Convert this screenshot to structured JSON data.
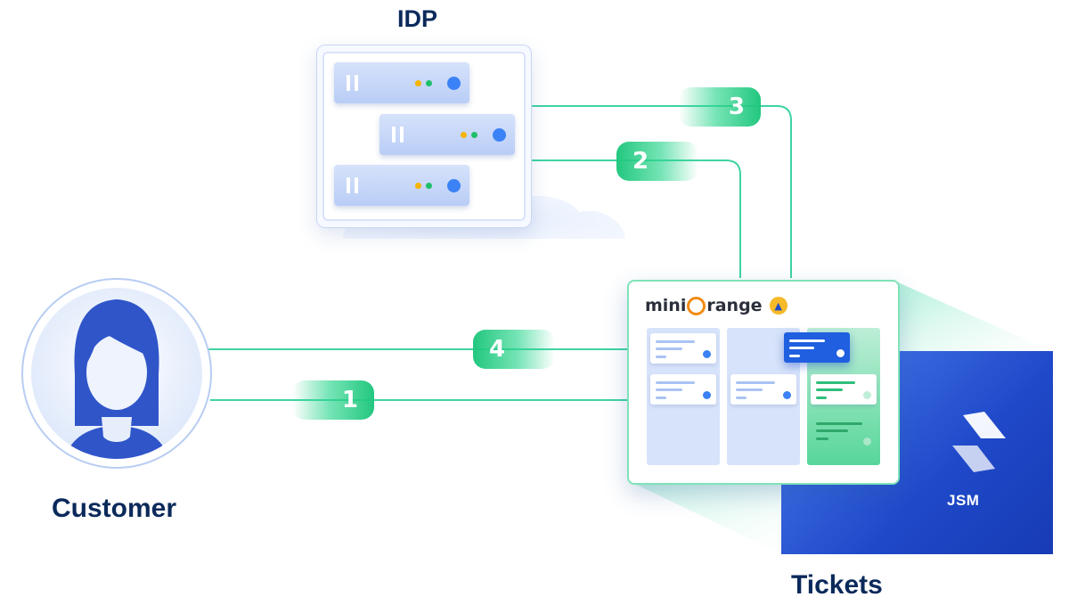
{
  "labels": {
    "idp": "IDP",
    "customer": "Customer",
    "tickets": "Tickets",
    "jsm": "JSM",
    "brand": "miniOrange",
    "brand_prefix": "mini",
    "brand_suffix": "range"
  },
  "steps": [
    {
      "number": "1"
    },
    {
      "number": "2"
    },
    {
      "number": "3"
    },
    {
      "number": "4"
    }
  ],
  "colors": {
    "accent_green": "#22c77f",
    "connector": "#3fd3a5",
    "navy_text": "#0b2a5b",
    "jsm_blue": "#1f49c9",
    "brand_orange": "#f28b14"
  },
  "icons": {
    "customer": "person-avatar-icon",
    "server": "server-rack-icon",
    "jsm": "jira-service-management-icon",
    "atlassian": "atlassian-badge-icon"
  }
}
